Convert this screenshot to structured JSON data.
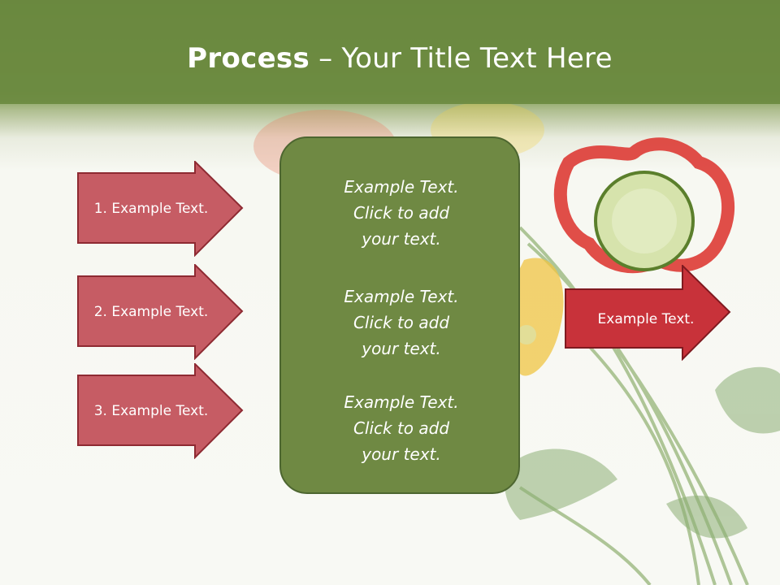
{
  "title": {
    "bold": "Process",
    "rest": " – Your Title Text Here"
  },
  "left_arrows": [
    {
      "label": "1. Example Text."
    },
    {
      "label": "2. Example Text."
    },
    {
      "label": "3. Example Text."
    }
  ],
  "center_box": {
    "paragraphs": [
      "Example Text.\nClick  to add\nyour text.",
      "Example Text.\nClick  to add\nyour text.",
      "Example Text.\nClick  to add\nyour text."
    ]
  },
  "right_arrow": {
    "label": "Example Text."
  },
  "colors": {
    "header_green": "#6b8a40",
    "box_green": "#6f8943",
    "arrow_pink": "#c65c64",
    "arrow_red": "#c8323a"
  }
}
